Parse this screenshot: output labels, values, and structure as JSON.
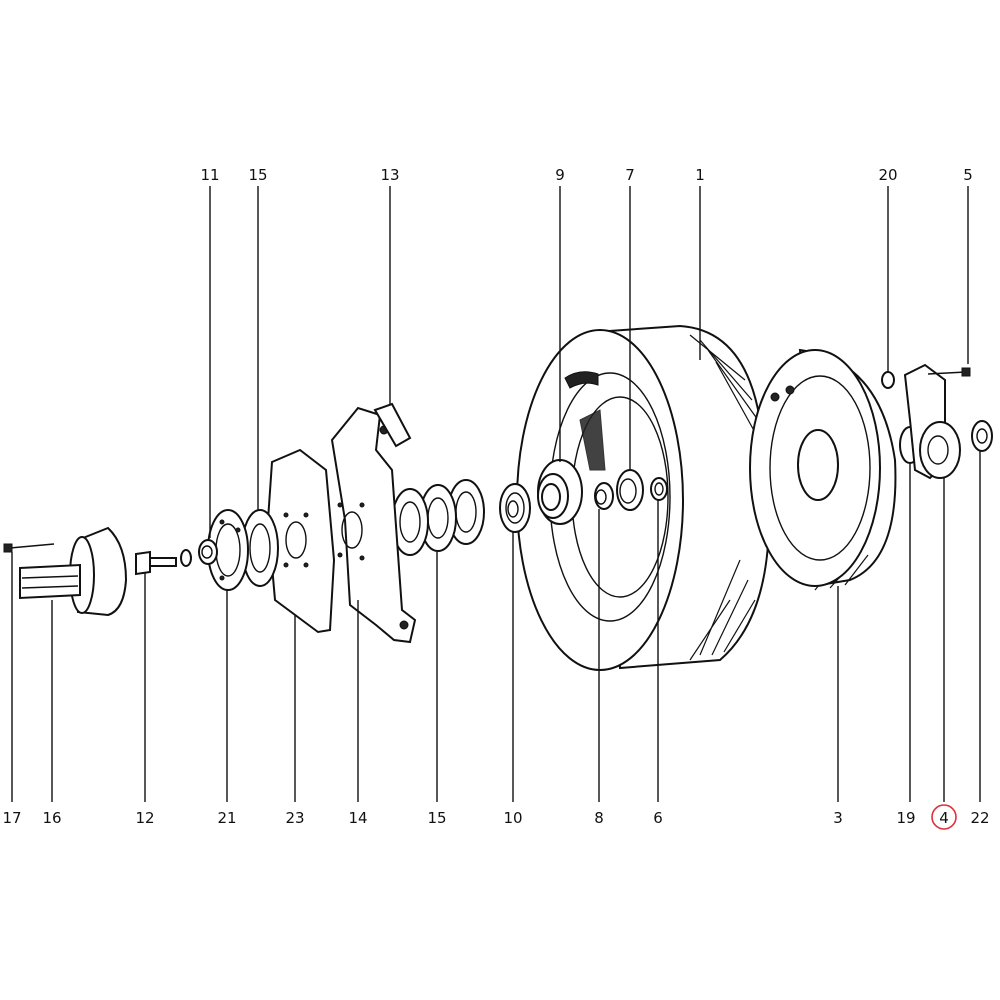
{
  "colors": {
    "ink": "#111111",
    "highlight": "#e0303a",
    "background": "#ffffff"
  },
  "labels": {
    "top": [
      "11",
      "15",
      "13",
      "9",
      "7",
      "1",
      "20",
      "5"
    ],
    "bottom": [
      "17",
      "16",
      "12",
      "21",
      "23",
      "14",
      "15",
      "10",
      "8",
      "6",
      "3",
      "19",
      "4",
      "22"
    ]
  },
  "highlighted_label": "4"
}
